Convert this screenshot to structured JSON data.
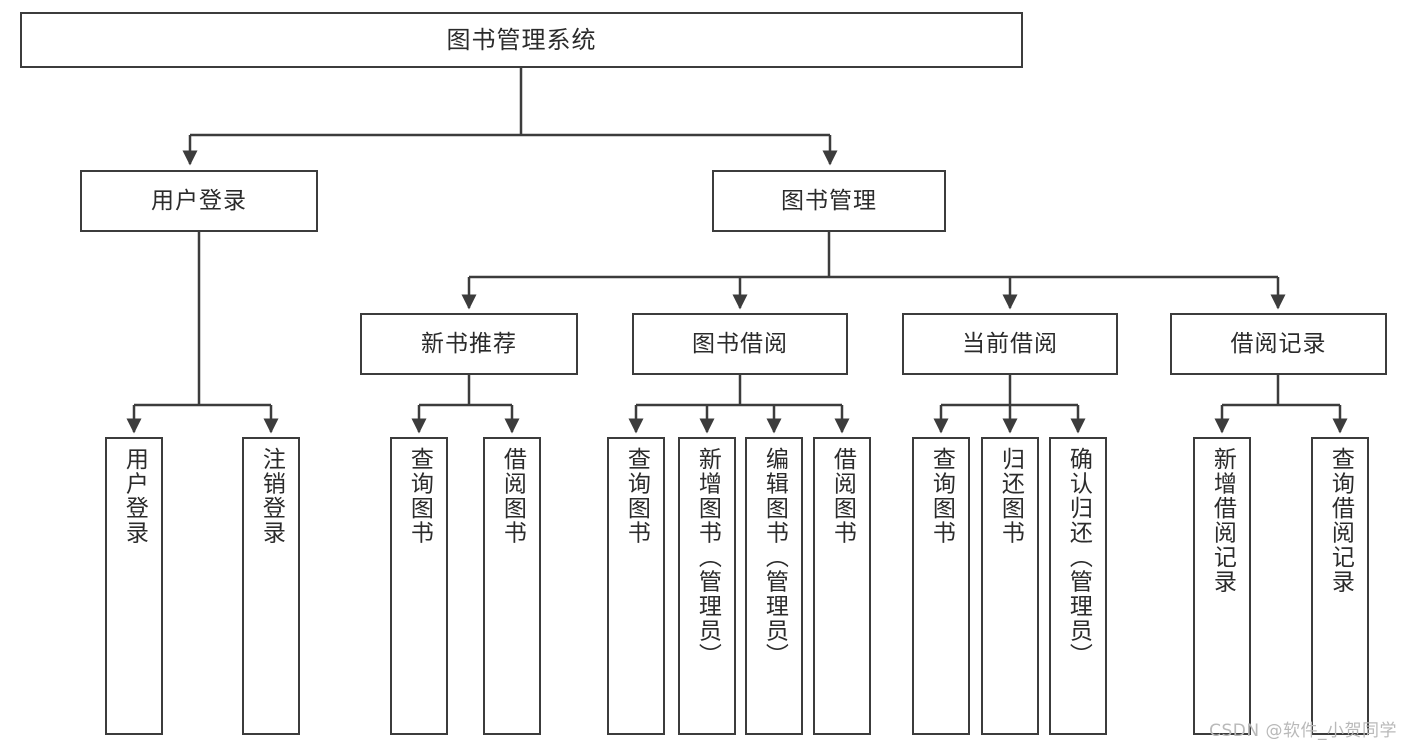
{
  "diagram": {
    "type": "tree",
    "title": "图书管理系统",
    "root": {
      "label": "图书管理系统"
    },
    "level2": [
      {
        "label": "用户登录"
      },
      {
        "label": "图书管理"
      }
    ],
    "level3": [
      {
        "label": "新书推荐"
      },
      {
        "label": "图书借阅"
      },
      {
        "label": "当前借阅"
      },
      {
        "label": "借阅记录"
      }
    ],
    "leaves": {
      "user_login": [
        {
          "label": "用户登录"
        },
        {
          "label": "注销登录"
        }
      ],
      "new_book_recommend": [
        {
          "label": "查询图书"
        },
        {
          "label": "借阅图书"
        }
      ],
      "book_borrow": [
        {
          "label": "查询图书"
        },
        {
          "label": "新增图书（管理员）"
        },
        {
          "label": "编辑图书（管理员）"
        },
        {
          "label": "借阅图书"
        }
      ],
      "current_borrow": [
        {
          "label": "查询图书"
        },
        {
          "label": "归还图书"
        },
        {
          "label": "确认归还（管理员）"
        }
      ],
      "borrow_record": [
        {
          "label": "新增借阅记录"
        },
        {
          "label": "查询借阅记录"
        }
      ]
    }
  },
  "watermark": {
    "text": "CSDN @软件_小贺同学"
  },
  "colors": {
    "border": "#3c3c3c",
    "text": "#2b2b2b",
    "background": "#ffffff",
    "watermark": "#b9b9b9"
  }
}
